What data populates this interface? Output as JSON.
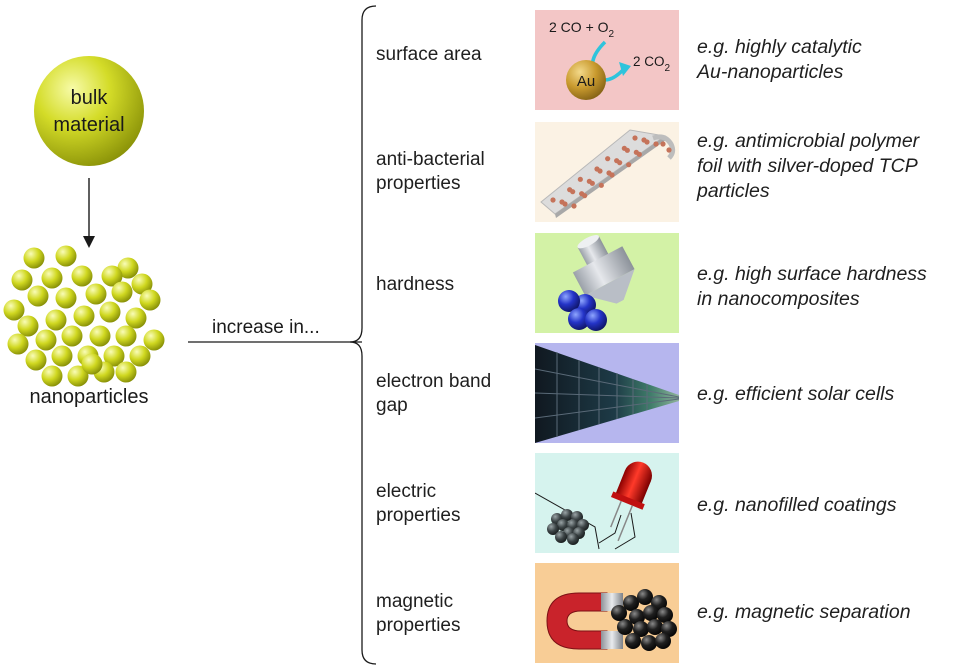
{
  "bulk": {
    "line1": "bulk",
    "line2": "material"
  },
  "nanoparticles_label": "nanoparticles",
  "increase_label": "increase in...",
  "colors": {
    "particle": "#c8d21e",
    "surface_bg": "#f3c6c6",
    "antibacterial_bg": "#fbf2e4",
    "hardness_bg": "#d3f2a6",
    "bandgap_bg": "#b6b6ee",
    "electric_bg": "#d6f3ee",
    "magnetic_bg": "#f8cd96",
    "arrow_cyan": "#2ec4dc"
  },
  "properties": [
    {
      "label1": "surface area",
      "label2": "",
      "ex1": "e.g. highly catalytic",
      "ex2": "Au-nanoparticles",
      "ex3": ""
    },
    {
      "label1": "anti-bacterial",
      "label2": "properties",
      "ex1": "e.g. antimicrobial polymer",
      "ex2": "foil with silver-doped TCP",
      "ex3": "particles"
    },
    {
      "label1": "hardness",
      "label2": "",
      "ex1": "e.g. high surface hardness",
      "ex2": "in nanocomposites",
      "ex3": ""
    },
    {
      "label1": "electron band",
      "label2": "gap",
      "ex1": "e.g. efficient solar cells",
      "ex2": "",
      "ex3": ""
    },
    {
      "label1": "electric",
      "label2": "properties",
      "ex1": "e.g. nanofilled coatings",
      "ex2": "",
      "ex3": ""
    },
    {
      "label1": "magnetic",
      "label2": "properties",
      "ex1": "e.g. magnetic separation",
      "ex2": "",
      "ex3": ""
    }
  ],
  "catalysis": {
    "reactant": "2 CO + O",
    "reactant_sub": "2",
    "product": "2 CO",
    "product_sub": "2",
    "gold": "Au"
  }
}
